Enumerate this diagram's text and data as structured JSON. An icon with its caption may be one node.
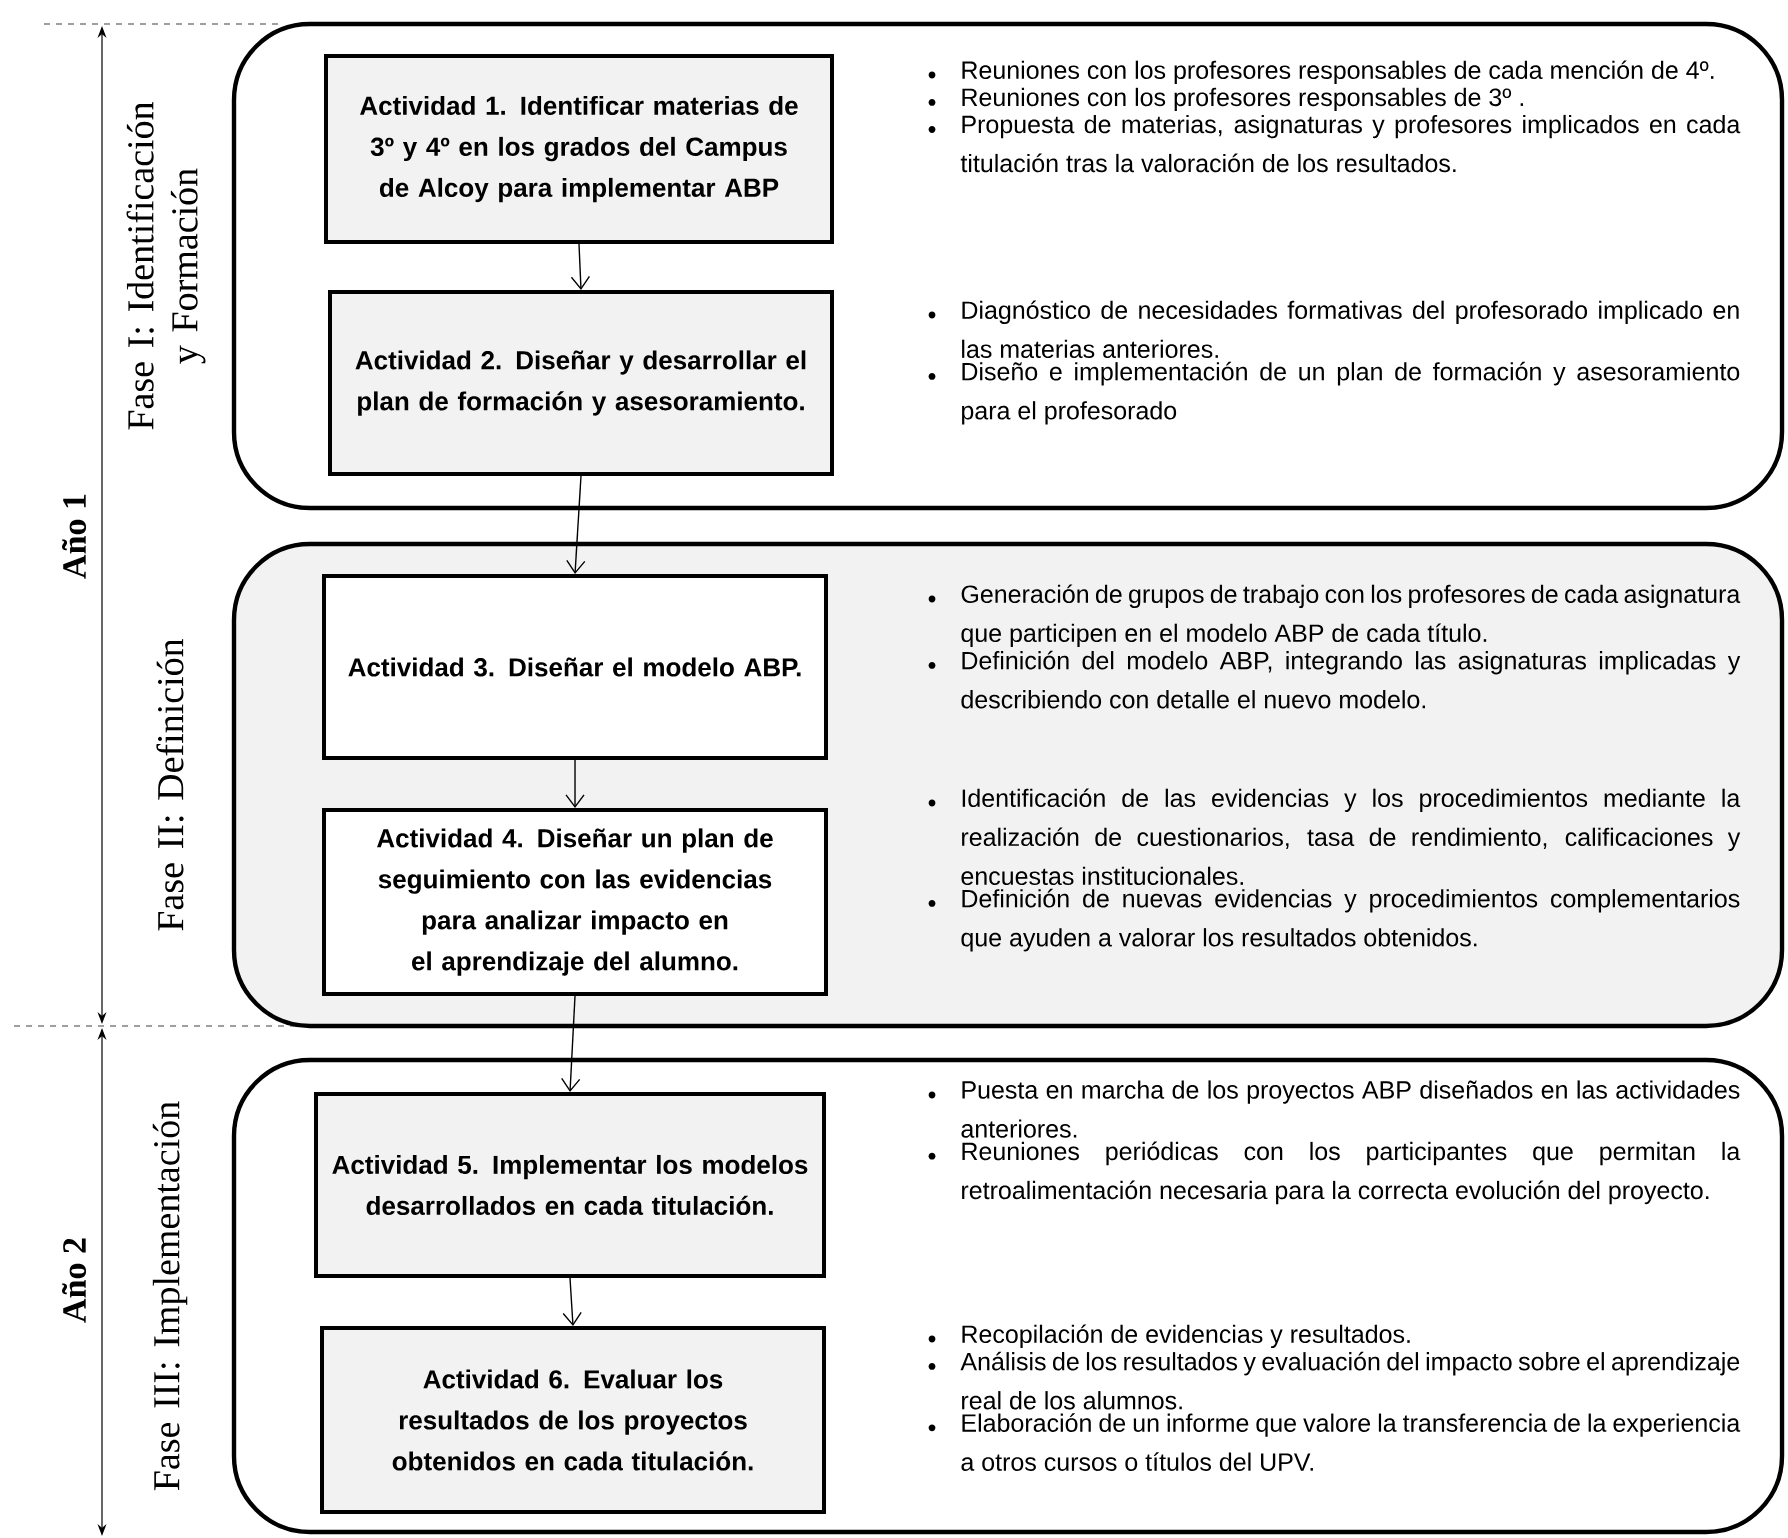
{
  "diagram": {
    "nodes": [
      {
        "text": [
          "Fase I: Identificación y Formación"
        ]
      },
      {
        "text": [
          "Actividad 1. Identificar materias de 3º y 4º en los grados del Campus de Alcoy para implementar ABP"
        ],
        "in": 0,
        "beside": [
          "Reuniones con los profesores responsables de cada mención de 4º.",
          "Reuniones con los profesores responsables de 3º .",
          "Propuesta de materias, asignaturas y profesores implicados en cada titulación tras la valoración de los resultados."
        ]
      },
      {
        "text": [
          "Actividad 2. Diseñar y desarrollar el plan de formación y asesoramiento."
        ],
        "in": 0,
        "beside": [
          "Diagnóstico de necesidades formativas del profesorado implicado en las materias anteriores.",
          "Diseño e implementación de un plan de formación y asesoramiento para el profesorado"
        ]
      },
      {
        "text": [
          "Fase II: Definición"
        ]
      },
      {
        "text": [
          "Actividad 3. Diseñar el modelo ABP."
        ],
        "in": 3,
        "beside": [
          "Generación de grupos de trabajo con los profesores de cada asignatura que participen en el modelo ABP de cada título.",
          "Definición del modelo ABP, integrando las asignaturas implicadas y describiendo con detalle el nuevo modelo."
        ]
      },
      {
        "text": [
          "Actividad 4. Diseñar un plan de seguimiento con las evidencias para analizar impacto en el aprendizaje del alumno."
        ],
        "in": 3,
        "beside": [
          "Identificación de las evidencias y los procedimientos mediante la realización de cuestionarios, tasa de rendimiento, calificaciones y encuestas institucionales.",
          "Definición de nuevas evidencias y procedimientos complementarios que ayuden a valorar los resultados obtenidos."
        ]
      },
      {
        "text": [
          "Fase III: Implementación"
        ]
      },
      {
        "text": [
          "Actividad 5. Implementar los modelos desarrollados en cada titulación."
        ],
        "in": 6,
        "beside": [
          "Puesta en marcha de los proyectos ABP diseñados en las actividades anteriores.",
          "Reuniones periódicas con los participantes que permitan la retroalimentación necesaria para la correcta evolución del proyecto."
        ]
      },
      {
        "text": [
          "Actividad 6. Evaluar los resultados de los proyectos obtenidos en cada titulación."
        ],
        "in": 6,
        "beside": [
          "Recopilación de evidencias y resultados.",
          "Análisis de los resultados y evaluación del impacto sobre el aprendizaje real de los alumnos.",
          "Elaboración de un informe que valore la transferencia de la experiencia a otros cursos o títulos del UPV."
        ]
      }
    ],
    "edges": [
      {
        "from": 1,
        "to": 2,
        "arrow": "to"
      },
      {
        "from": 2,
        "to": 4,
        "arrow": "to"
      },
      {
        "from": 4,
        "to": 5,
        "arrow": "to"
      },
      {
        "from": 5,
        "to": 7,
        "arrow": "to"
      },
      {
        "from": 7,
        "to": 8,
        "arrow": "to"
      }
    ],
    "labels": [
      "Año 1",
      "Año 2"
    ]
  }
}
